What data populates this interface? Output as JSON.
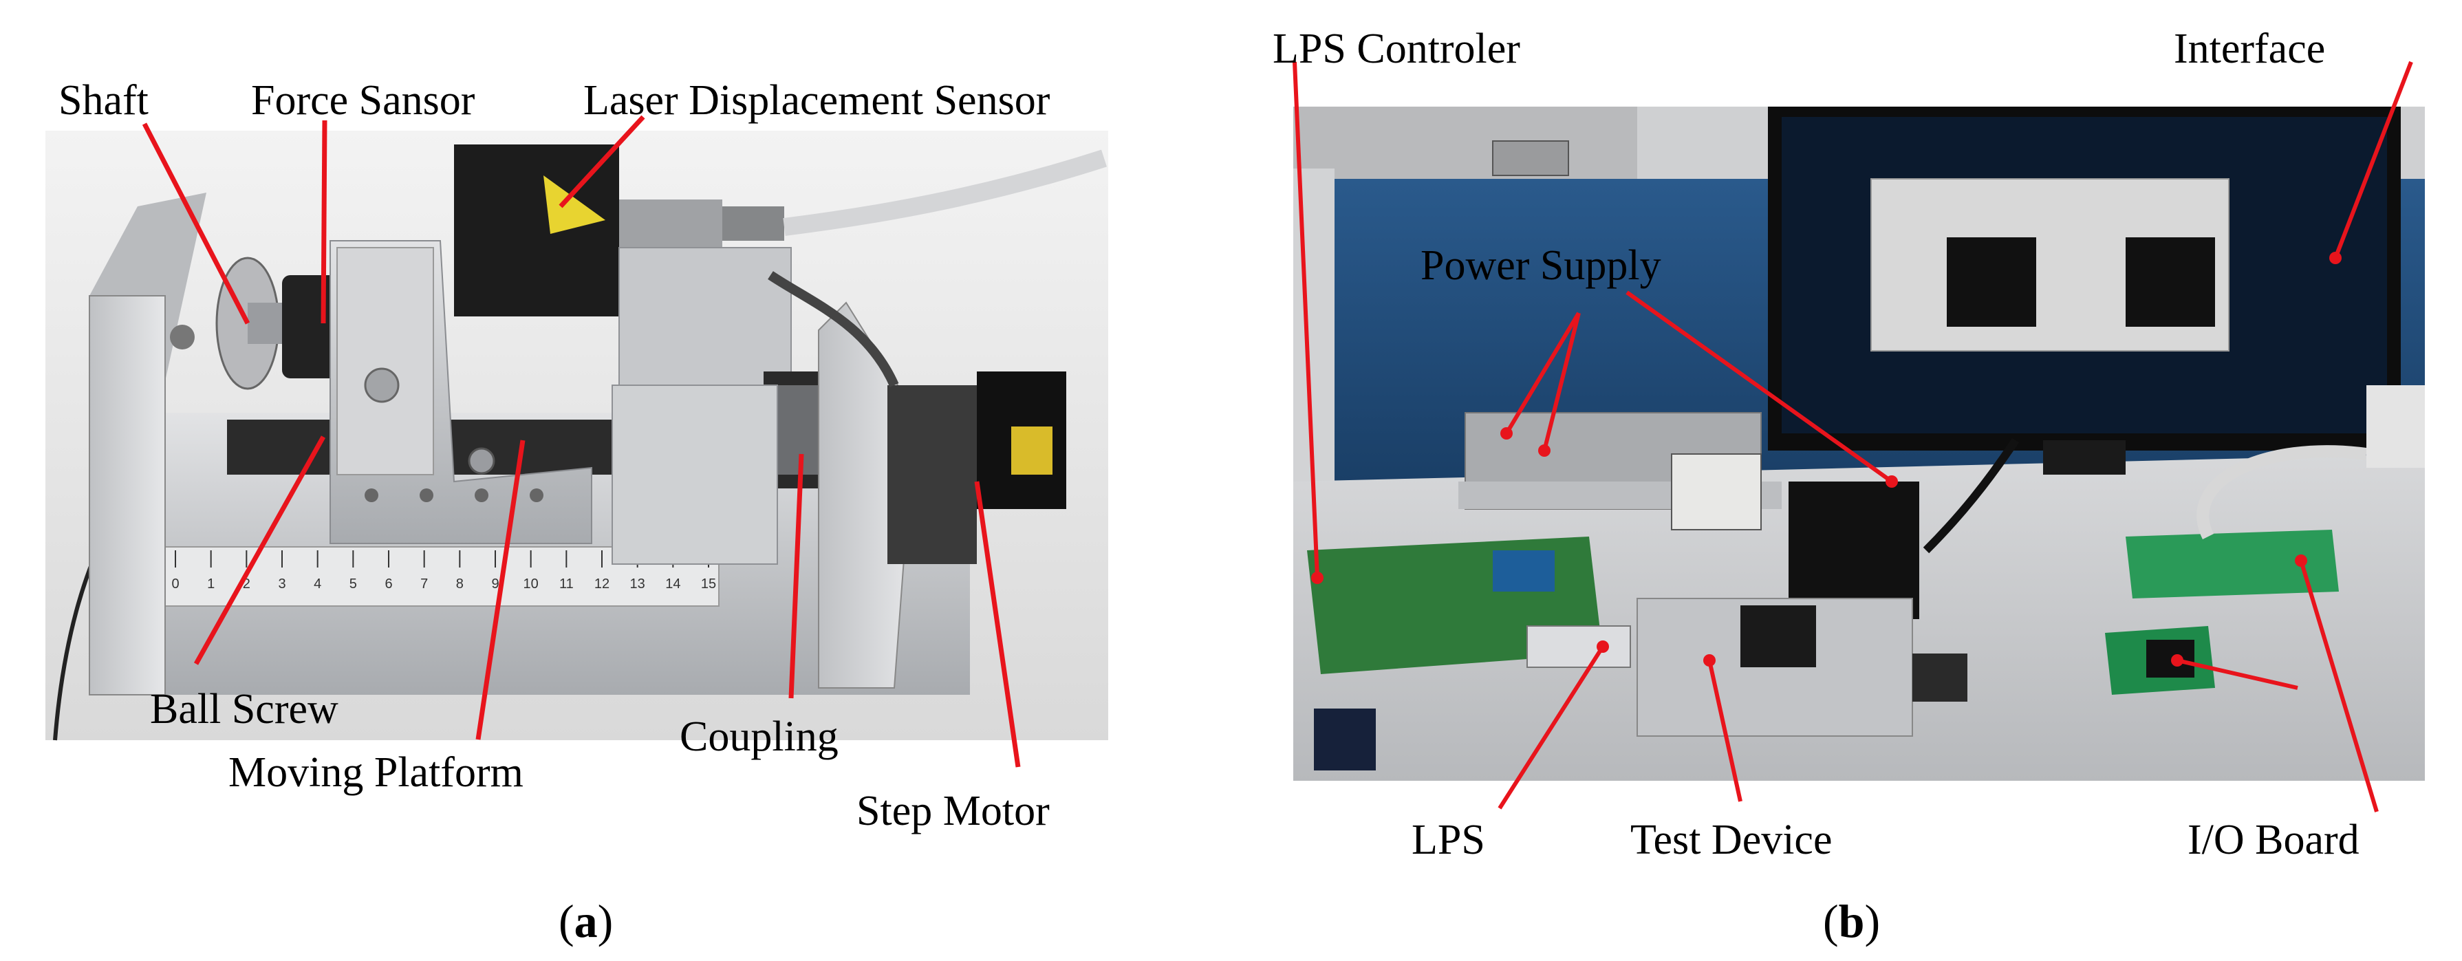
{
  "panel_a": {
    "labels": {
      "shaft": "Shaft",
      "force_sensor": "Force Sansor",
      "laser_sensor": "Laser Displacement  Sensor",
      "ball_screw": "Ball Screw",
      "moving_platform": "Moving Platform",
      "coupling": "Coupling",
      "step_motor": "Step Motor"
    },
    "ruler_ticks": [
      "0",
      "1",
      "2",
      "3",
      "4",
      "5",
      "6",
      "7",
      "8",
      "9",
      "10",
      "11",
      "12",
      "13",
      "14",
      "15"
    ],
    "caption_open": "(",
    "caption_letter": "a",
    "caption_close": ")"
  },
  "panel_b": {
    "labels": {
      "lps_controller": "LPS Controler",
      "interface": "Interface",
      "power_supply": "Power Supply",
      "lps": "LPS",
      "test_device": "Test Device",
      "io_board": "I/O Board"
    },
    "caption_open": "(",
    "caption_letter": "b",
    "caption_close": ")"
  },
  "colors": {
    "leader_line": "#e8141c",
    "aluminum": "#c9cacc",
    "wall": "#1f4a78",
    "screen": "#d8d8d8",
    "pcb": "#2f7a3a"
  }
}
